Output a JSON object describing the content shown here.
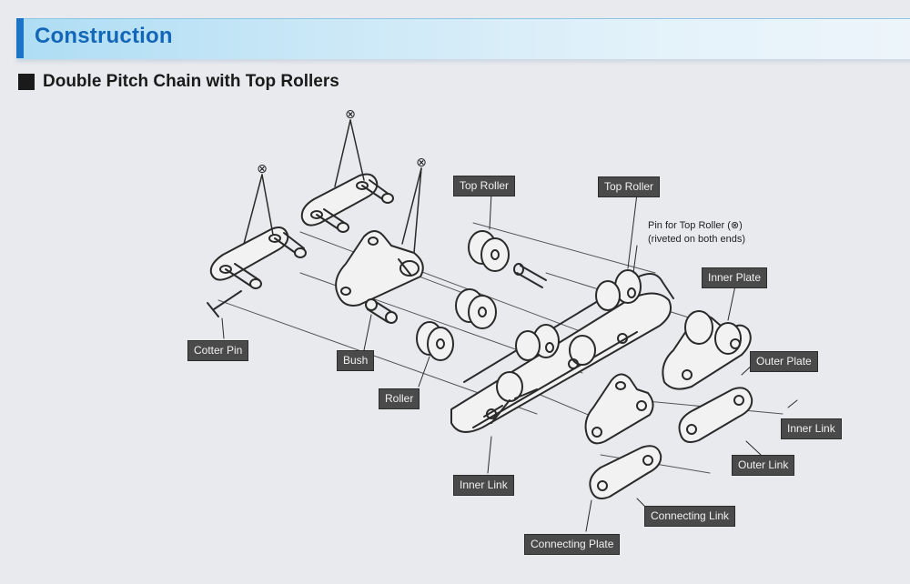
{
  "header": {
    "title": "Construction"
  },
  "section": {
    "title": "Double Pitch Chain with Top Rollers"
  },
  "symbol": "⊗",
  "labels": {
    "cotter_pin": "Cotter Pin",
    "bush": "Bush",
    "roller": "Roller",
    "top_roller_1": "Top Roller",
    "top_roller_2": "Top Roller",
    "pin_note_line1": "Pin for Top Roller (⊗)",
    "pin_note_line2": "(riveted on both ends)",
    "inner_plate": "Inner Plate",
    "outer_plate": "Outer Plate",
    "inner_link_right": "Inner Link",
    "outer_link": "Outer Link",
    "inner_link_left": "Inner Link",
    "connecting_link": "Connecting Link",
    "connecting_plate": "Connecting Plate"
  }
}
